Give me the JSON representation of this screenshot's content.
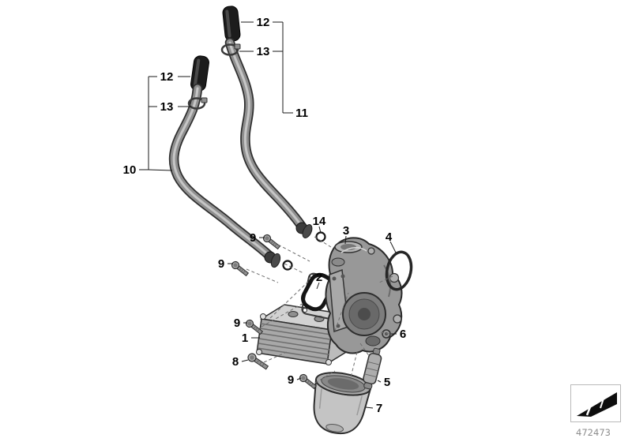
{
  "diagram": {
    "part_number": "472473",
    "callouts": {
      "c1": "1",
      "c2": "2",
      "c3": "3",
      "c4": "4",
      "c5": "5",
      "c6": "6",
      "c7": "7",
      "c8": "8",
      "c9a": "9",
      "c9b": "9",
      "c9c": "9",
      "c9d": "9",
      "c10": "10",
      "c11": "11",
      "c12l": "12",
      "c12r": "12",
      "c13l": "13",
      "c13r": "13",
      "c14": "14"
    },
    "legend_icon": "black-wedge-direction-icon",
    "colors": {
      "line": "#1a1a1a",
      "part_number_gray": "#8d8d8d",
      "rubber_black": "#1c1c1c",
      "metal_gray": "#989898"
    }
  }
}
